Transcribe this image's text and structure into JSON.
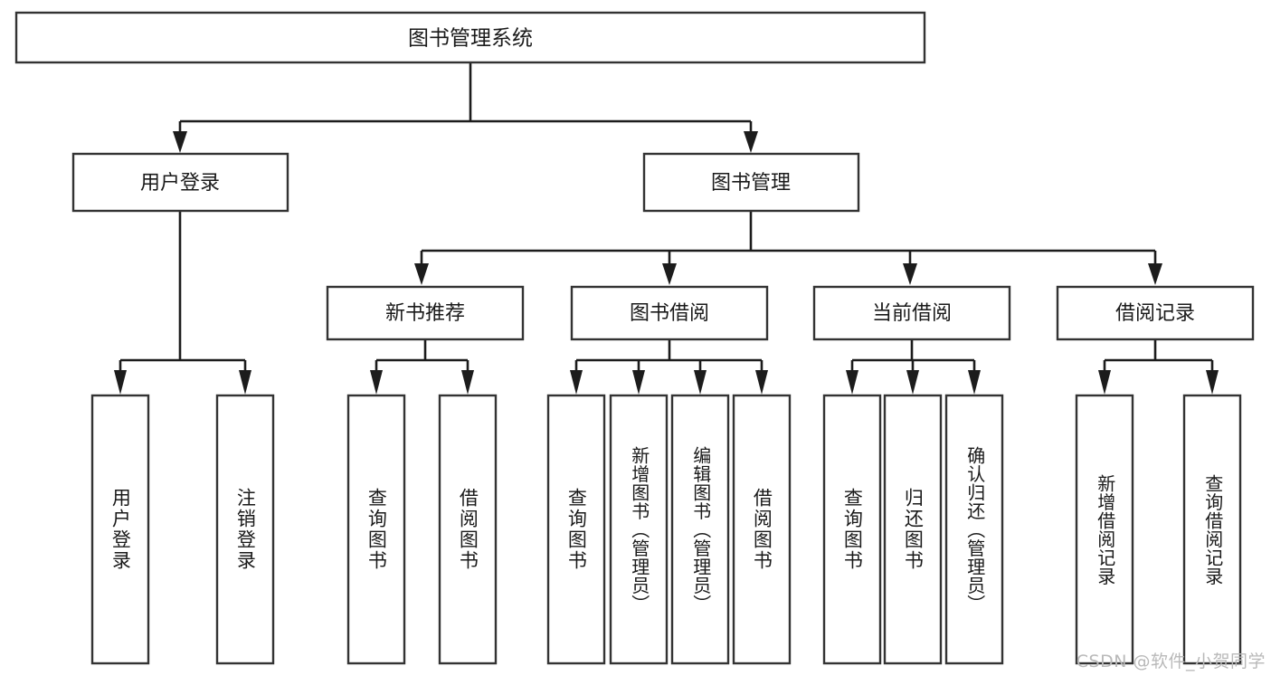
{
  "diagram": {
    "title": "图书管理系统",
    "watermark": "CSDN @软件_小贺同学",
    "colors": {
      "box_stroke": "#333333",
      "box_fill": "#ffffff",
      "connector": "#1c1c1c",
      "text": "#1a1a1a",
      "watermark": "#b9b9b9",
      "background": "#ffffff"
    },
    "levels": {
      "root": "图书管理系统",
      "level2": [
        "用户登录",
        "图书管理"
      ],
      "level3": [
        "新书推荐",
        "图书借阅",
        "当前借阅",
        "借阅记录"
      ]
    }
  },
  "nodes": {
    "root": {
      "label": "图书管理系统"
    },
    "user_login": {
      "label": "用户登录"
    },
    "book_manage": {
      "label": "图书管理"
    },
    "new_book_rec": {
      "label": "新书推荐"
    },
    "book_borrow": {
      "label": "图书借阅"
    },
    "current_borrow": {
      "label": "当前借阅"
    },
    "borrow_record": {
      "label": "借阅记录"
    },
    "leaves": [
      {
        "id": "leaf-user-login",
        "label": "用户登录",
        "parent": "用户登录"
      },
      {
        "id": "leaf-logout",
        "label": "注销登录",
        "parent": "用户登录"
      },
      {
        "id": "leaf-query-book-1",
        "label": "查询图书",
        "parent": "新书推荐"
      },
      {
        "id": "leaf-borrow-book-1",
        "label": "借阅图书",
        "parent": "新书推荐"
      },
      {
        "id": "leaf-query-book-2",
        "label": "查询图书",
        "parent": "图书借阅"
      },
      {
        "id": "leaf-add-book",
        "label": "新增图书（管理员）",
        "parent": "图书借阅"
      },
      {
        "id": "leaf-edit-book",
        "label": "编辑图书（管理员）",
        "parent": "图书借阅"
      },
      {
        "id": "leaf-borrow-book-2",
        "label": "借阅图书",
        "parent": "图书借阅"
      },
      {
        "id": "leaf-query-book-3",
        "label": "查询图书",
        "parent": "当前借阅"
      },
      {
        "id": "leaf-return-book",
        "label": "归还图书",
        "parent": "当前借阅"
      },
      {
        "id": "leaf-confirm-return",
        "label": "确认归还（管理员）",
        "parent": "当前借阅"
      },
      {
        "id": "leaf-add-record",
        "label": "新增借阅记录",
        "parent": "借阅记录"
      },
      {
        "id": "leaf-query-record",
        "label": "查询借阅记录",
        "parent": "借阅记录"
      }
    ]
  }
}
